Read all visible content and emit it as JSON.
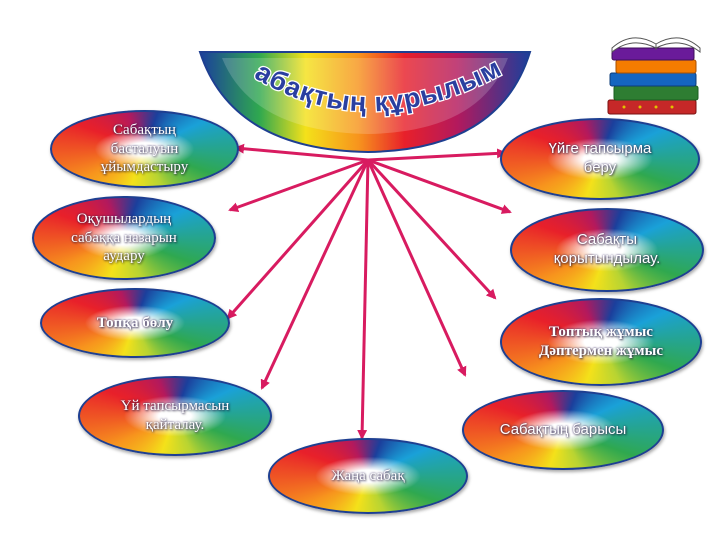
{
  "title": "Сабақтың құрылымы",
  "nodes": {
    "lesson_start": "Сабақтың басталуын ұйымдастыру",
    "attention": "Оқушылардың сабаққа назарын аудару",
    "grouping": "Топқа бөлу",
    "hw_review": "Үй тапсырмасын қайталау.",
    "new_lesson": "Жаңа сабақ",
    "homework": "Үйге тапсырма беру",
    "summary": "Сабақты қорытындылау.",
    "group_work": "Топтық жұмыс Дәптермен жұмыс",
    "lesson_progress": "Сабақтың барысы"
  },
  "colors": {
    "arrow": "#d81b60",
    "banner_outline": "#1e3f91",
    "title_fill": "#2a3fa0"
  },
  "icons": [
    "books-icon"
  ]
}
